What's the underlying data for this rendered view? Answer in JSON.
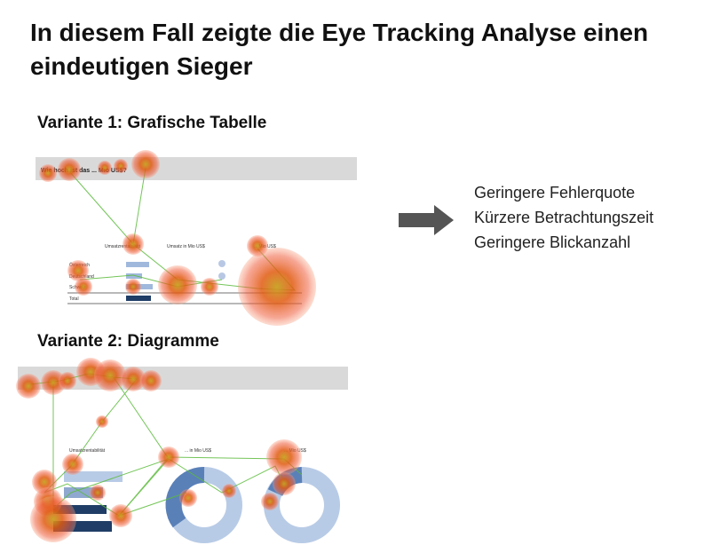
{
  "slide": {
    "title": "In diesem Fall zeigte die Eye Tracking Analyse einen eindeutigen Sieger",
    "variant1_label": "Variante 1: Grafische Tabelle",
    "variant2_label": "Variante 2: Diagramme",
    "results": [
      "Geringere Fehlerquote",
      "Kürzere Betrachtungszeit",
      "Geringere Blickanzahl"
    ],
    "variant1_figure": {
      "question": "Wie hoch ist das ... Mio US$?",
      "headers": [
        "Umsatzrentabilität",
        "Umsatz in Mio US$",
        "... Mio US$"
      ],
      "rows": [
        "Österreich",
        "Deutschland",
        "Schweiz",
        "Total"
      ]
    },
    "variant2_figure": {
      "headers": [
        "Umsatzrentabilität",
        "... in Mio US$",
        "... Mio US$"
      ]
    }
  }
}
